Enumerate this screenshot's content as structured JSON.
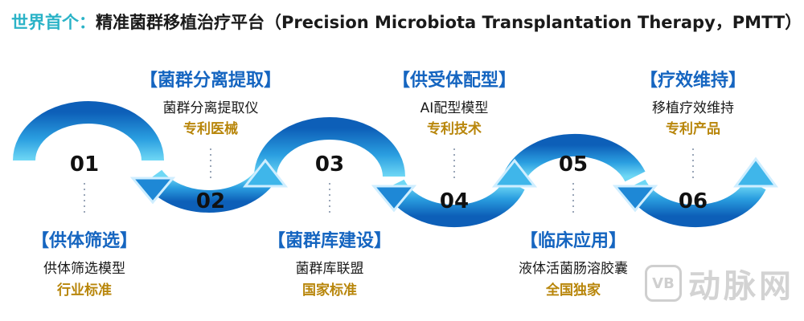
{
  "title": {
    "lead": "世界首个：",
    "main": "精准菌群移植治疗平台（Precision Microbiota Transplantation Therapy，PMTT）"
  },
  "steps": [
    {
      "num": "01",
      "category": "【供体筛选】",
      "desc": "供体筛选模型",
      "tag": "行业标准"
    },
    {
      "num": "02",
      "category": "【菌群分离提取】",
      "desc": "菌群分离提取仪",
      "tag": "专利医械"
    },
    {
      "num": "03",
      "category": "【菌群库建设】",
      "desc": "菌群库联盟",
      "tag": "国家标准"
    },
    {
      "num": "04",
      "category": "【供受体配型】",
      "desc": "AI配型模型",
      "tag": "专利技术"
    },
    {
      "num": "05",
      "category": "【临床应用】",
      "desc": "液体活菌肠溶胶囊",
      "tag": "全国独家"
    },
    {
      "num": "06",
      "category": "【疗效维持】",
      "desc": "移植疗效维持",
      "tag": "专利产品"
    }
  ],
  "watermark": {
    "logo": "VB",
    "text": "动脉网"
  },
  "colors": {
    "arrow_dark": "#0d5fb8",
    "arrow_light": "#5ed0f0",
    "category": "#1565c0",
    "tag": "#b8860b",
    "lead": "#2bb3c7"
  }
}
